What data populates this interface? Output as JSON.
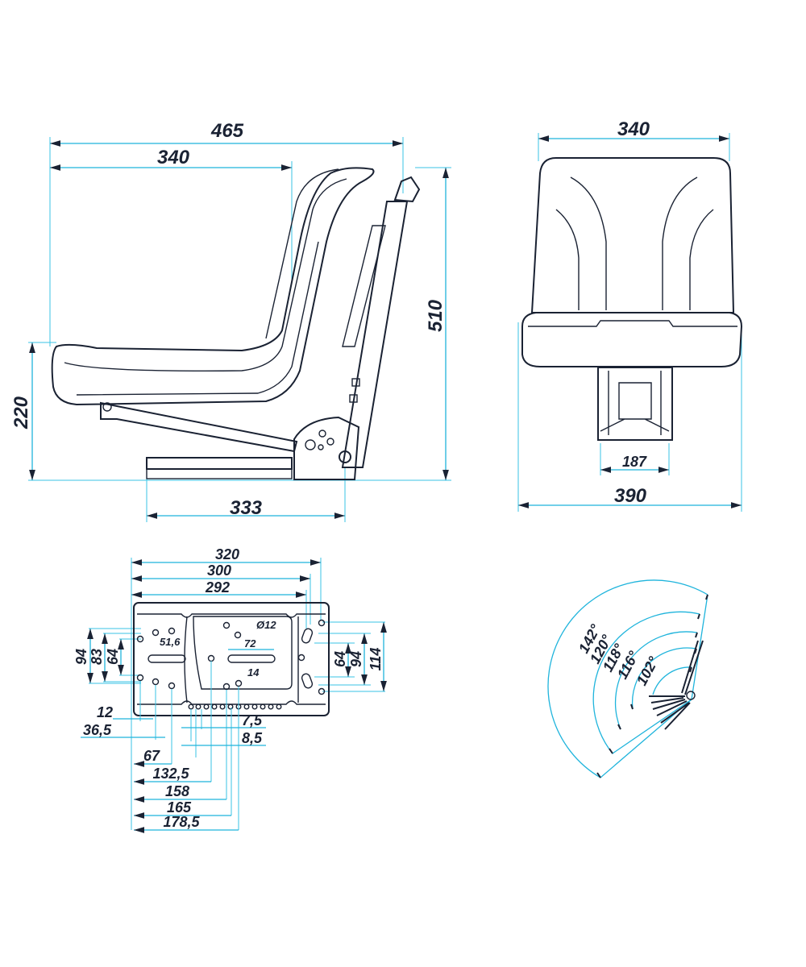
{
  "side_view": {
    "width_total": "465",
    "backrest_width": "340",
    "height_total": "510",
    "seat_height": "220",
    "base_length": "333"
  },
  "front_view": {
    "width_back": "340",
    "pedestal_width": "187",
    "width_total": "390"
  },
  "mounting_plate": {
    "top_dims": [
      "320",
      "300",
      "292"
    ],
    "left_dims": [
      "94",
      "83",
      "64"
    ],
    "right_dims": [
      "64",
      "94",
      "114"
    ],
    "hole_diameter": "Ø12",
    "slot_length": "72",
    "slot_width": "14",
    "left_spacing": "51,6",
    "pitch_a": "7,5",
    "pitch_b": "8,5",
    "bottom_dims": [
      "12",
      "36,5",
      "67",
      "132,5",
      "158",
      "165",
      "178,5"
    ]
  },
  "recline": {
    "angles": [
      "142°",
      "120°",
      "118°",
      "116°",
      "102°"
    ]
  },
  "colors": {
    "dimension": "#1fb4dc",
    "outline": "#1a2233"
  }
}
